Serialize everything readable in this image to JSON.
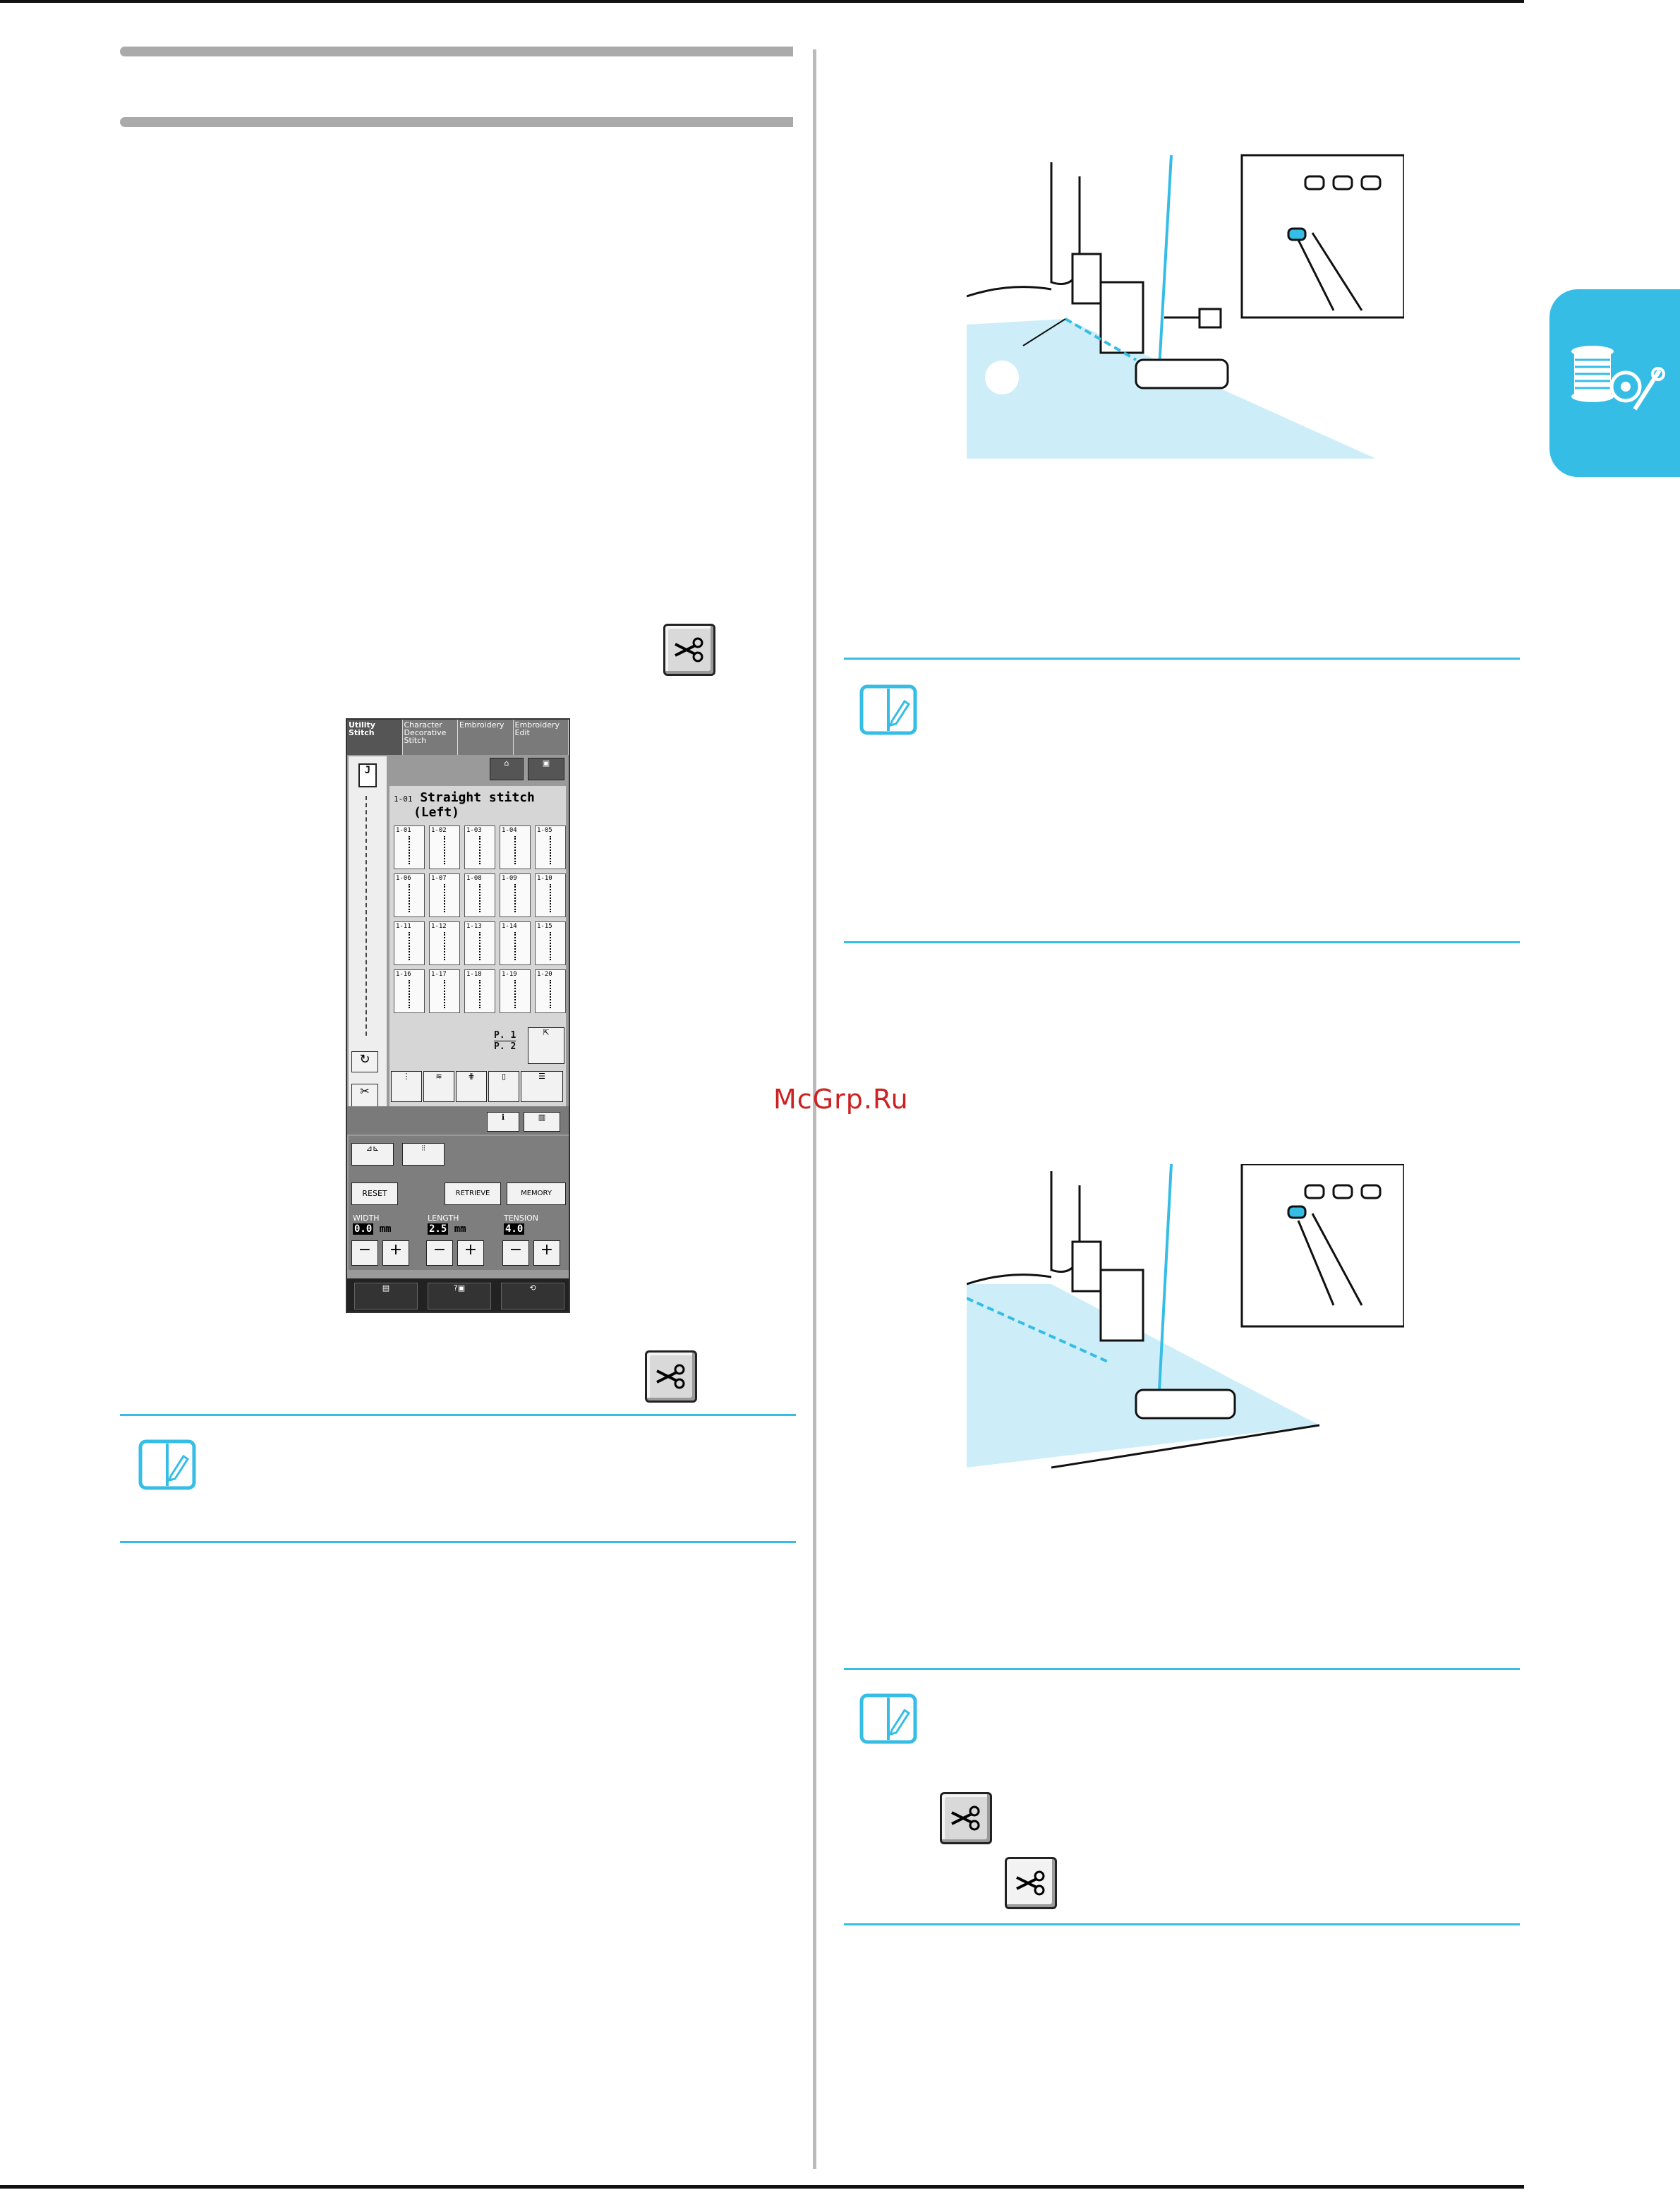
{
  "watermark": "McGrp.Ru",
  "lcd": {
    "tabs": [
      "Utility Stitch",
      "Character Decorative Stitch",
      "Embroidery",
      "Embroidery Edit"
    ],
    "presser_foot": "J",
    "stitch_code": "1-01",
    "stitch_name": "Straight stitch",
    "stitch_variant": "(Left)",
    "stitch_codes": [
      "1-01",
      "1-02",
      "1-03",
      "1-04",
      "1-05",
      "1-06",
      "1-07",
      "1-08",
      "1-09",
      "1-10",
      "1-11",
      "1-12",
      "1-13",
      "1-14",
      "1-15",
      "1-16",
      "1-17",
      "1-18",
      "1-19",
      "1-20"
    ],
    "page_current": "P. 1",
    "page_total": "P. 2",
    "reset_label": "RESET",
    "retrieve_label": "RETRIEVE",
    "memory_label": "MEMORY",
    "width_label": "WIDTH",
    "width_value": "0.0",
    "length_label": "LENGTH",
    "length_value": "2.5",
    "tension_label": "TENSION",
    "tension_value": "4.0",
    "unit_mm": "mm",
    "minus": "−",
    "plus": "+"
  },
  "colors": {
    "accent": "#35bde6",
    "fabric": "#cdeef8",
    "lcd_bg": "#9a9a9a"
  },
  "icons": [
    "scissors-icon",
    "memo-icon",
    "thread-spool-icon"
  ]
}
